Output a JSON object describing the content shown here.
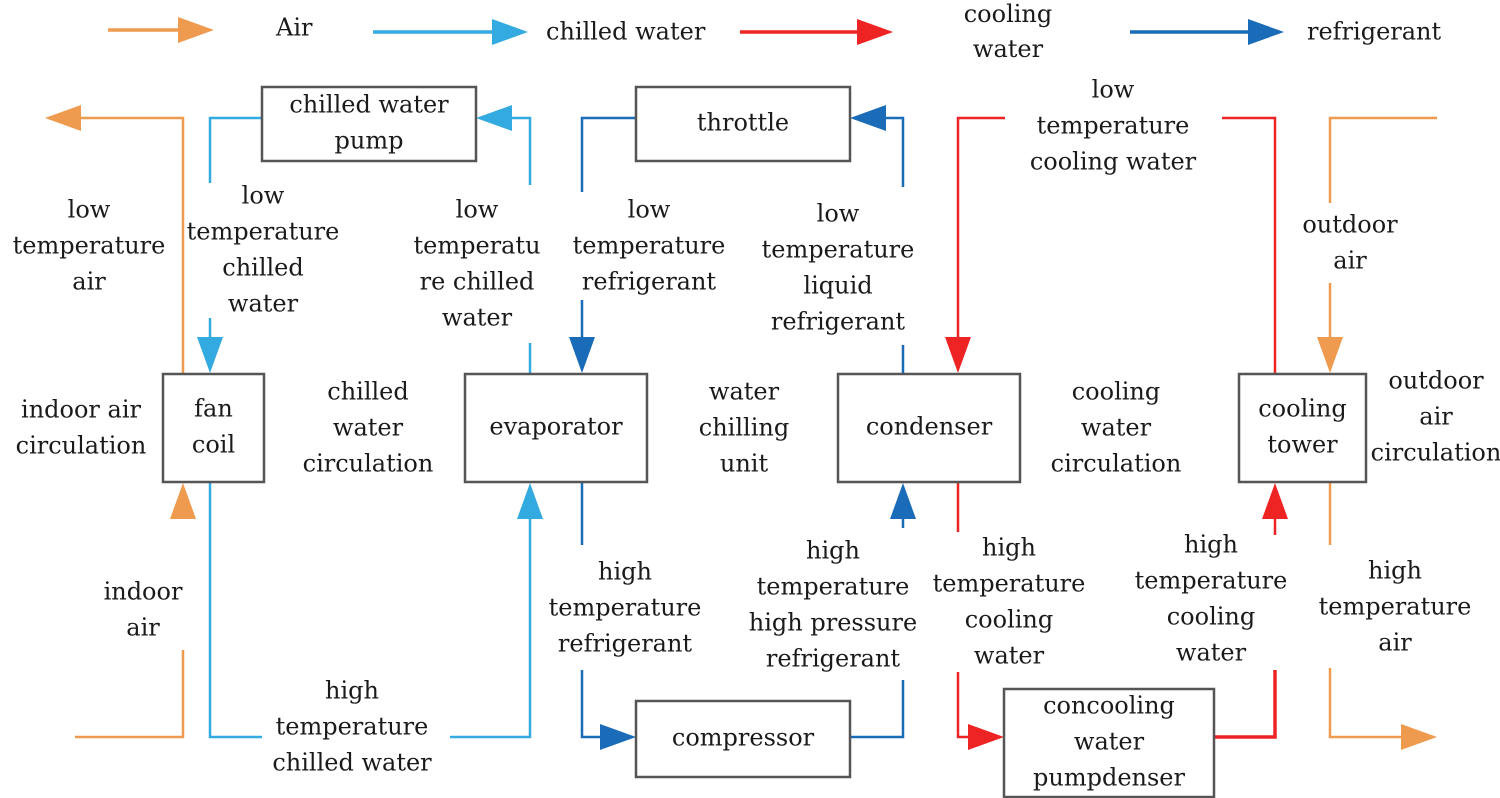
{
  "colors": {
    "air": "#ee9b4f",
    "chilled_water": "#33aae0",
    "cooling_water": "#ee2424",
    "refrigerant": "#1b6cb8",
    "box_stroke": "#555555",
    "text": "#1a1a1a"
  },
  "legend": {
    "air": "Air",
    "chilled_water": "chilled water",
    "cooling_water": [
      "cooling",
      "water"
    ],
    "refrigerant": "refrigerant"
  },
  "boxes": {
    "chilled_water_pump": [
      "chilled water",
      "pump"
    ],
    "throttle": [
      "throttle"
    ],
    "fan_coil": [
      "fan",
      "coil"
    ],
    "evaporator": [
      "evaporator"
    ],
    "condenser": [
      "condenser"
    ],
    "cooling_tower": [
      "cooling",
      "tower"
    ],
    "compressor": [
      "compressor"
    ],
    "cooling_water_pump": [
      "concooling",
      "water",
      "pumpdenser"
    ]
  },
  "labels": {
    "low_temp_air": [
      "low",
      "temperature",
      "air"
    ],
    "low_temp_chilled_water_left": [
      "low",
      "temperature",
      "chilled",
      "water"
    ],
    "low_temp_chilled_water_right": [
      "low",
      "temperatu",
      "re chilled",
      "water"
    ],
    "low_temp_refrigerant": [
      "low",
      "temperature",
      "refrigerant"
    ],
    "low_temp_liquid_refrigerant": [
      "low",
      "temperature",
      "liquid",
      "refrigerant"
    ],
    "low_temp_cooling_water": [
      "low",
      "temperature",
      "cooling water"
    ],
    "outdoor_air": [
      "outdoor",
      "air"
    ],
    "indoor_air_circulation": [
      "indoor air",
      "circulation"
    ],
    "chilled_water_circulation": [
      "chilled",
      "water",
      "circulation"
    ],
    "water_chilling_unit": [
      "water",
      "chilling",
      "unit"
    ],
    "cooling_water_circulation": [
      "cooling",
      "water",
      "circulation"
    ],
    "outdoor_air_circulation": [
      "outdoor",
      "air",
      "circulation"
    ],
    "indoor_air": [
      "indoor",
      "air"
    ],
    "high_temp_chilled_water": [
      "high",
      "temperature",
      "chilled water"
    ],
    "high_temp_refrigerant": [
      "high",
      "temperature",
      "refrigerant"
    ],
    "high_temp_high_pressure_refrigerant": [
      "high",
      "temperature",
      "high pressure",
      "refrigerant"
    ],
    "high_temp_cooling_water_left": [
      "high",
      "temperature",
      "cooling",
      "water"
    ],
    "high_temp_cooling_water_right": [
      "high",
      "temperature",
      "cooling",
      "water"
    ],
    "high_temp_air": [
      "high",
      "temperature",
      "air"
    ]
  }
}
